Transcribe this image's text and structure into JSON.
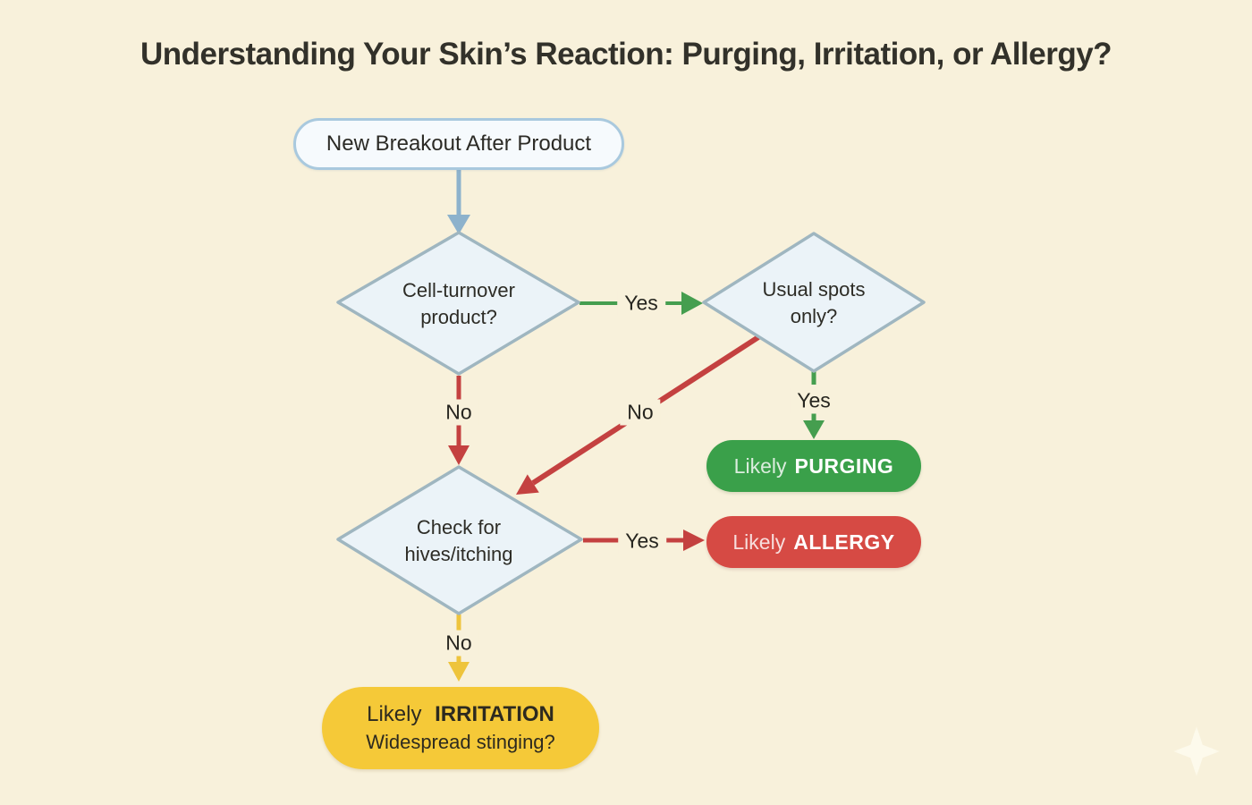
{
  "title": "Understanding Your Skin’s Reaction: Purging, Irritation, or Allergy?",
  "nodes": {
    "start": {
      "label": "New Breakout After Product"
    },
    "decision1": {
      "line1": "Cell-turnover",
      "line2": "product?"
    },
    "decision2": {
      "line1": "Usual spots",
      "line2": "only?"
    },
    "decision3": {
      "line1": "Check for",
      "line2": "hives/itching"
    },
    "result_purging": {
      "prefix": "Likely",
      "keyword": "PURGING"
    },
    "result_allergy": {
      "prefix": "Likely",
      "keyword": "ALLERGY"
    },
    "result_irritation": {
      "prefix": "Likely",
      "keyword": "IRRITATION",
      "note": "Widespread stinging?"
    }
  },
  "edge_labels": {
    "d1_to_d2": "Yes",
    "d1_to_d3": "No",
    "d2_to_purging": "Yes",
    "d2_to_d3": "No",
    "d3_to_allergy": "Yes",
    "d3_to_irritation": "No"
  },
  "colors": {
    "background": "#f8f1db",
    "flow_blue": "#8db2cc",
    "decision_fill": "#ebf3f8",
    "decision_border": "#9fb6c0",
    "yes_green": "#459e4f",
    "purging_green": "#3aa04a",
    "no_red": "#c44140",
    "allergy_red": "#d64a44",
    "irritation_yellow": "#eec43c",
    "title_text": "#32312a"
  }
}
